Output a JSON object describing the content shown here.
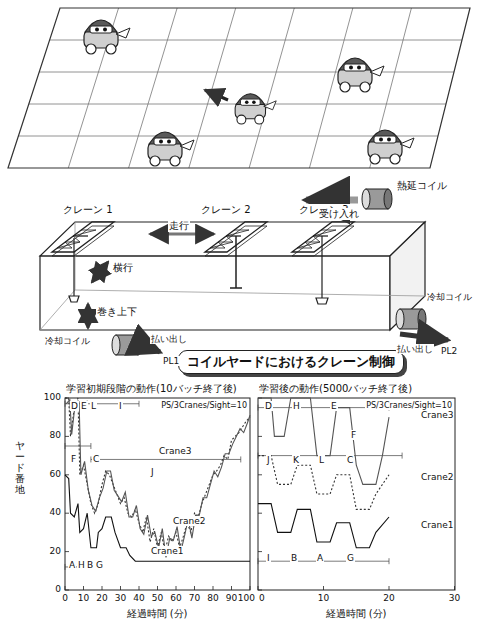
{
  "diagram": {
    "nodes": [
      {
        "text": [
          "コイルヤードにおけるクレーン制御"
        ]
      }
    ],
    "labels": [
      "クレーン 1",
      "クレーン 2",
      "クレーン 3",
      "走行",
      "横行",
      "巻き上下",
      "熱延コイル",
      "受け入れ",
      "冷却コイル",
      "冷却コイル",
      "払い出し",
      "PL1",
      "払い出し",
      "PL2",
      "学習初期段階の動作(10バッチ終了後)",
      "学習後の動作(5000バッチ終了後)",
      "PS/3Cranes/Sight=10",
      "PS/3Cranes/Sight=10",
      "Crane3",
      "Crane2",
      "Crane1",
      "Crane3",
      "Crane2",
      "Crane1",
      "ヤード番地",
      "100",
      "80",
      "60",
      "40",
      "20",
      "0",
      "0",
      "10",
      "20",
      "30",
      "40",
      "50",
      "60",
      "70",
      "80",
      "90",
      "100",
      "0",
      "10",
      "20",
      "30",
      "経過時間 (分)",
      "経過時間 (分)",
      "D",
      "E",
      "L",
      "I",
      "F",
      "C",
      "J",
      "A",
      "H",
      "B",
      "G",
      "D",
      "H",
      "E",
      "F",
      "J",
      "K",
      "L",
      "C",
      "I",
      "B",
      "A",
      "G"
    ]
  }
}
